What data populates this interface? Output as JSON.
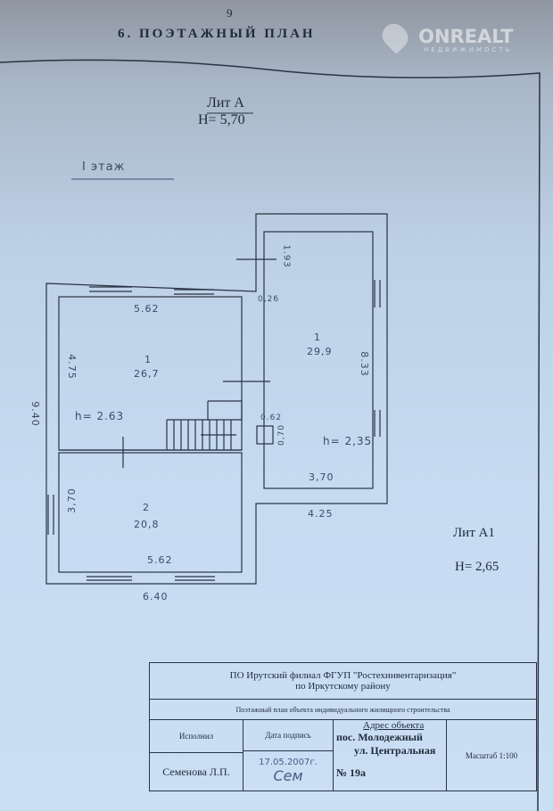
{
  "header": {
    "page_number": "9",
    "title": "6. ПОЭТАЖНЫЙ ПЛАН"
  },
  "watermark": {
    "brand": "ONREALT",
    "sub": "НЕДВИЖИМОСТЬ"
  },
  "lit_a": {
    "label": "Лит А",
    "height": "H=  5,70",
    "floor": "I этаж"
  },
  "lit_a1": {
    "label": "Лит А1",
    "height": "H= 2,65"
  },
  "plan": {
    "rooms": [
      {
        "num": "1",
        "area": "26,7"
      },
      {
        "num": "2",
        "area": "20,8"
      },
      {
        "num": "1",
        "area": "29,9"
      }
    ],
    "dims": {
      "top_a": "5.62",
      "bottom_a": "5.62",
      "left_total": "9.40",
      "room1_h": "4.75",
      "room2_h": "3,70",
      "outer_bottom": "6.40",
      "h_a": "h= 2.63",
      "a1_top": "1.93",
      "a1_door": "0,26",
      "a1_side": "8.33",
      "a1_bottom": "3,70",
      "a1_outer": "4.25",
      "h_a1": "h= 2,35",
      "chimney_w": "0.62",
      "chimney_h": "0,70"
    }
  },
  "title_block": {
    "org": "ПО Ирутский филиал ФГУП \"Ростехинвентаризация\"",
    "org2": "по Иркутскому району",
    "desc": "Поэтажный план объекта индивидуального жилищного строительства",
    "executor_label": "Исполнил",
    "date_label": "Дата подпись",
    "address_label": "Адрес объекта",
    "settlement": "пос. Молодежный",
    "street": "ул. Центральная",
    "number": "№   19а",
    "scale": "Масштаб 1:100",
    "executor": "Семенова Л.П.",
    "date": "17.05.2007г.",
    "signature": "Сем"
  }
}
